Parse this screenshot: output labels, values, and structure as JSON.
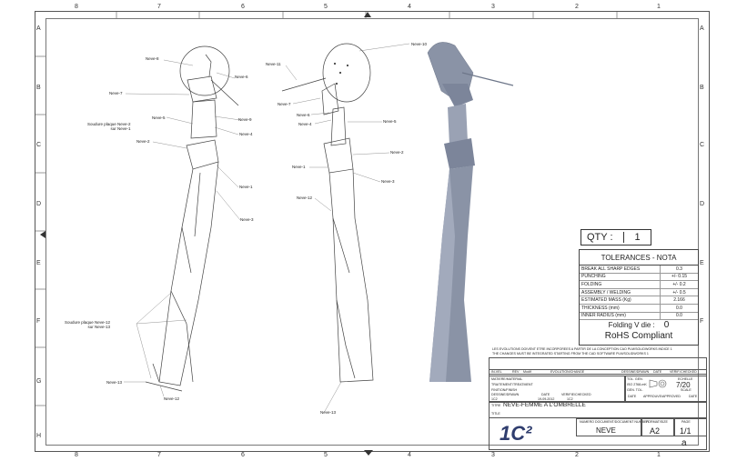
{
  "zones": {
    "cols_top": [
      "8",
      "7",
      "6",
      "5",
      "4",
      "3",
      "2",
      "1"
    ],
    "cols_bottom": [
      "8",
      "7",
      "6",
      "5",
      "4",
      "3",
      "2",
      "1"
    ],
    "rows": [
      "A",
      "B",
      "C",
      "D",
      "E",
      "F",
      "G",
      "H"
    ]
  },
  "callouts": {
    "left": [
      "Neve-8",
      "Neve-6",
      "Neve-7",
      "Neve-9",
      "Neve-5",
      "Soudure plaque Neve-2\nsur Neve-1",
      "Neve-4",
      "Neve-2",
      "Neve-1",
      "Neve-3",
      "Soudure plaque Neve-12\nsur Neve-13",
      "Neve-13",
      "Neve-12"
    ],
    "middle": [
      "Neve-10",
      "Neve-11",
      "Neve-7",
      "Neve-6",
      "Neve-4",
      "Neve-5",
      "Neve-2",
      "Neve-1",
      "Neve-3",
      "Neve-12",
      "Neve-13"
    ]
  },
  "qty": {
    "label": "QTY :",
    "value": "1"
  },
  "tolerances": {
    "title": "TOLERANCES - NOTA",
    "rows": [
      {
        "name": "BREAK ALL SHARP EDGES",
        "value": "0.3"
      },
      {
        "name": "PUNCHING",
        "value": "+/- 0.15"
      },
      {
        "name": "FOLDING",
        "value": "+/- 0.2"
      },
      {
        "name": "ASSEMBLY / WELDING",
        "value": "+/- 0.5"
      },
      {
        "name": "ESTIMATED MASS (Kg)",
        "value": "2.166"
      },
      {
        "name": "THICKNESS (mm)",
        "value": "0.0"
      },
      {
        "name": "INNER RADIUS (mm)",
        "value": "0.0"
      }
    ],
    "folding_label": "Folding V die :",
    "folding_value": "0",
    "rohs": "RoHS Compliant"
  },
  "title_block": {
    "note1": "LES EVOLUTIONS DOIVENT ETRE INCORPOREES A PARTIR DE LA CONCEPTION CAO PLM/SOLIDWORKS INDICE 1",
    "note2": "THE CHANGES MUST BE INTEGRATED STARTING FROM THE CAD SOFTWARE PLM/SOLIDWORKS 1",
    "rev_headers": [
      "IN-VEL",
      "REV",
      "Modif",
      "EVOLUTION/CHANGE",
      "DESSINE/DRAWN",
      "DATE",
      "VERIF./CHECKED"
    ],
    "matiere": "MATIERE/MATERIAL",
    "traitement": "TRAITEMENT/TREATMENT",
    "finition": "FINITION/FINISH",
    "dessine": "DESSINE/DRAWN",
    "dessine_val": "1C2",
    "date_label": "DATE",
    "date_val": "19-09-2012",
    "verifie": "VERIFIE/CHECKED",
    "verifie_val": "1C2",
    "tol_gen": "TOL. GEN.",
    "tol_gen_val": "ISO 2768-mK",
    "gen_tol": "GEN. TOL.",
    "echelle": "ECHELLE",
    "echelle_val": "7/20",
    "scale": "SCALE",
    "date2": "DATE",
    "approuve": "APPROUVE/APPROVED",
    "date3": "DATE",
    "titre": "TITRE",
    "titre_val": "NEVE-FEMME A L'OMBRELLE",
    "title_lbl": "TITLE",
    "logo": "1C²",
    "numero": "NUMERO DOCUMENT/DOCUMENT NUMBER",
    "numero_val": "NEVE",
    "format": "FORMAT/SIZE",
    "format_val": "A2",
    "page": "PAGE",
    "page_val": "1/1",
    "corner": "a"
  },
  "colors": {
    "line": "#444444",
    "shade": "#8a93a6",
    "shade_dark": "#6d7689"
  }
}
